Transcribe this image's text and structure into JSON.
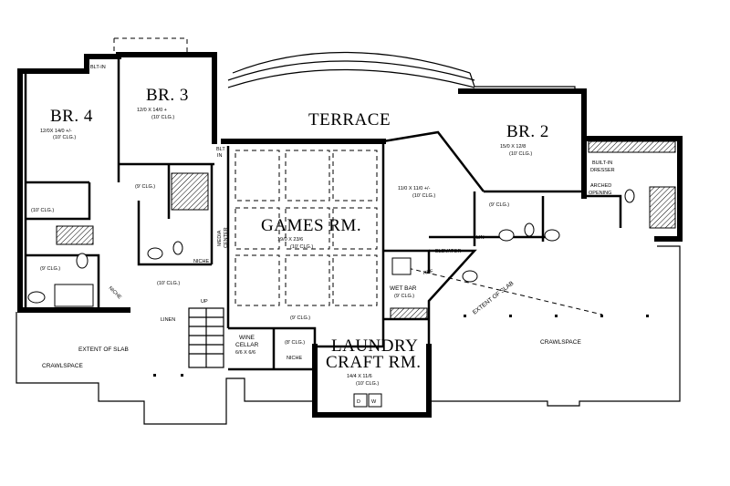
{
  "rooms": {
    "br4": {
      "name": "BR. 4",
      "dims": "12/0X 14/0 +/-",
      "clg": "(10' CLG.)"
    },
    "br3": {
      "name": "BR. 3",
      "dims": "12/0 X 14/0 +",
      "clg": "(10' CLG.)"
    },
    "br2": {
      "name": "BR. 2",
      "dims": "15/0 X 12/8",
      "clg": "(10' CLG.)"
    },
    "terrace": {
      "name": "TERRACE"
    },
    "games": {
      "name": "GAMES RM.",
      "dims": "19/0 X 23/6",
      "clg": "(10' CLG.)"
    },
    "laundry": {
      "name1": "LAUNDRY",
      "name2": "CRAFT RM.",
      "dims": "14/4 X 11/6",
      "clg": "(10' CLG.)"
    },
    "east_room": {
      "dims": "11/0 X 11/0 +/-",
      "clg": "(10' CLG.)"
    },
    "wine": {
      "name1": "WINE",
      "name2": "CELLAR",
      "dims": "6/6 X 6/6"
    }
  },
  "labels": {
    "blt_in": "BLT-IN",
    "blt": "BLT",
    "in": "IN",
    "media1": "MEDIA",
    "media2": "CENTER",
    "niche": "NICHE",
    "linen": "LINEN",
    "lin": "LIN",
    "up": "UP",
    "elevator": "ELEVATOR",
    "ref": "REF",
    "wet_bar": "WET BAR",
    "wet_bar_clg": "(9' CLG.)",
    "built_in1": "BUILT-IN",
    "built_in2": "DRESSER",
    "arched1": "ARCHED",
    "arched2": "OPENING",
    "extent_left": "EXTENT OF SLAB",
    "extent_right": "EXTENT OF SLAB",
    "crawl_left": "CRAWLSPACE",
    "crawl_right": "CRAWLSPACE",
    "clg9": "(9' CLG.)",
    "clg10": "(10' CLG.)",
    "clg8": "(8' CLG.)",
    "washer": "W",
    "dryer": "D"
  }
}
